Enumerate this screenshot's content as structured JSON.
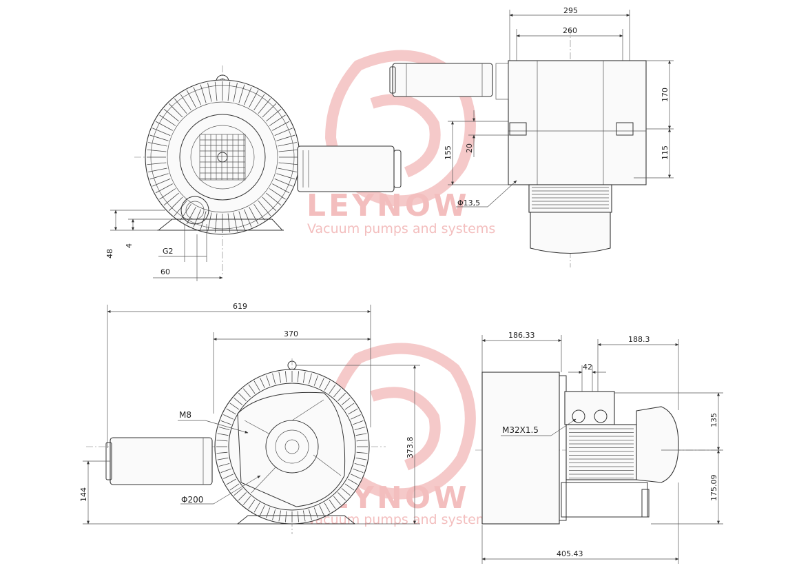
{
  "watermark": {
    "brand": "LEYNOW",
    "tagline": "Vacuum pumps and systems"
  },
  "views": {
    "top_left": {
      "dims": {
        "height_48": "48",
        "offset_4": "4",
        "port_g2": "G2",
        "width_60": "60"
      }
    },
    "top_right": {
      "dims": {
        "overall_295": "295",
        "width_260": "260",
        "h_170": "170",
        "h_115": "115",
        "h_155": "155",
        "h_20": "20",
        "hole": "Φ13,5"
      }
    },
    "bottom_left": {
      "dims": {
        "overall_619": "619",
        "width_370": "370",
        "height_373_8": "373.8",
        "height_144": "144"
      },
      "callouts": {
        "bolt": "M8",
        "diameter": "Φ200"
      }
    },
    "bottom_right": {
      "dims": {
        "d_186_33": "186.33",
        "d_188_3": "188.3",
        "d_42": "42",
        "d_135": "135",
        "d_175_09": "175.09",
        "d_405_43": "405.43"
      },
      "callouts": {
        "gland": "M32X1.5"
      }
    }
  }
}
